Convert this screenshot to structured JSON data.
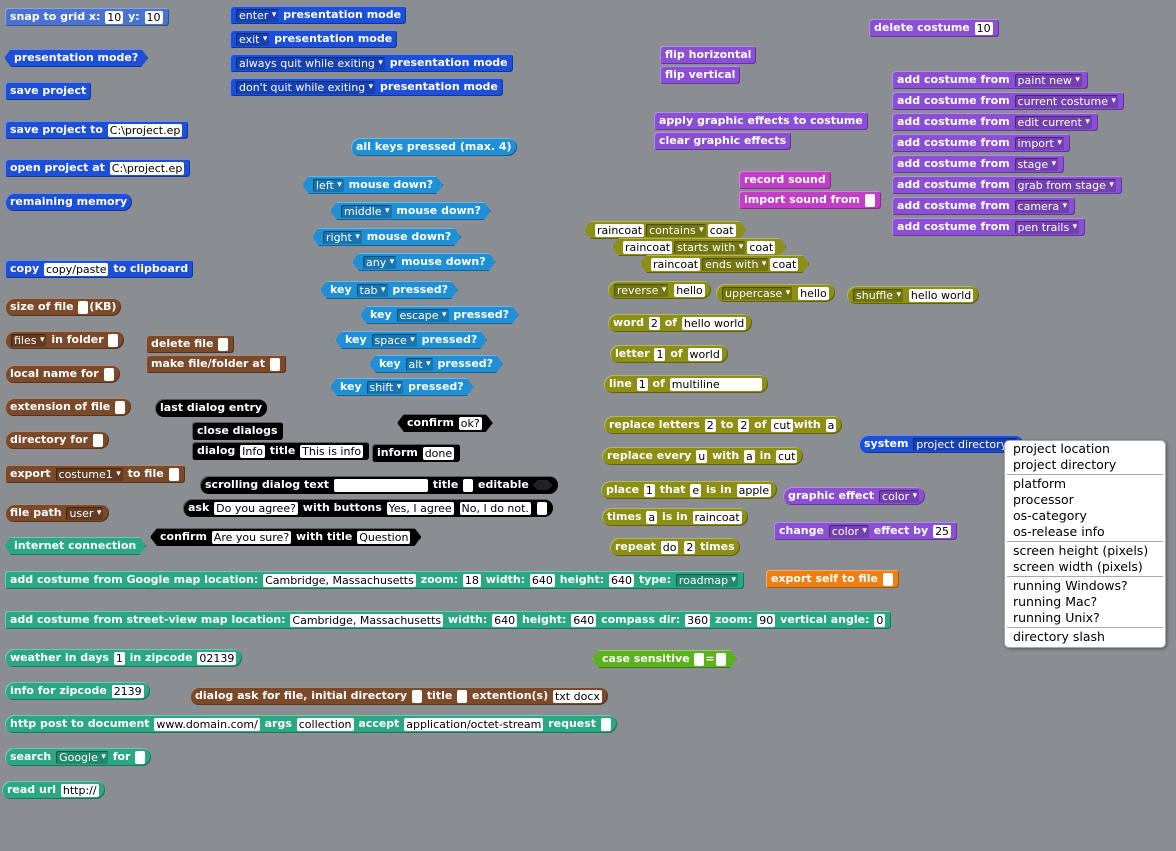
{
  "colors": {
    "motion_blue": "#1d4fd8",
    "sensing_cyan": "#1f8fd6",
    "file_brown": "#7a4a2a",
    "dialog_black": "#000000",
    "web_teal": "#2aa884",
    "text_olive": "#8c8f14",
    "looks_purple": "#8b4fd6",
    "sound_magenta": "#c23ec6",
    "operators_green": "#5cb21c",
    "export_orange": "#f07f12"
  },
  "blocks": {
    "snap": {
      "label": "snap to grid x:",
      "x": "10",
      "ylbl": "y:",
      "y": "10"
    },
    "presmode": "presentation mode?",
    "save": "save project",
    "saveto": {
      "label": "save project to",
      "path": "C:\\project.ep"
    },
    "openat": {
      "label": "open project at",
      "path": "C:\\project.ep"
    },
    "memory": "remaining memory",
    "copy": {
      "label": "copy",
      "text": "copy/paste",
      "tail": "to clipboard"
    },
    "sizeof": {
      "label": "size of file",
      "tail": "(KB)"
    },
    "files": {
      "dd": "files",
      "tail": "in folder"
    },
    "deletefile": "delete file",
    "makefile": "make file/folder at",
    "localname": "local name for",
    "extension": "extension of file",
    "directory": "directory for",
    "export": {
      "label": "export",
      "dd": "costume1",
      "tail": "to file"
    },
    "filepath": {
      "label": "file path",
      "dd": "user"
    },
    "internet": "internet connection",
    "gmap": {
      "label": "add costume from Google map location:",
      "loc": "Cambridge, Massachusetts",
      "zoomlbl": "zoom:",
      "zoom": "18",
      "wlbl": "width:",
      "w": "640",
      "hlbl": "height:",
      "h": "640",
      "typelbl": "type:",
      "type": "roadmap"
    },
    "sview": {
      "label": "add costume from street-view map location:",
      "loc": "Cambridge, Massachusetts",
      "wlbl": "width:",
      "w": "640",
      "hlbl": "height:",
      "h": "640",
      "clbl": "compass dir:",
      "c": "360",
      "zlbl": "zoom:",
      "z": "90",
      "vlbl": "vertical angle:",
      "v": "0"
    },
    "weather": {
      "label": "weather in days",
      "days": "1",
      "mid": "in zipcode",
      "zip": "02139"
    },
    "zipinfo": {
      "label": "info for zipcode",
      "zip": "2139"
    },
    "dialogfile": {
      "label": "dialog ask for file, initial directory",
      "title": "title",
      "ext": "extention(s)",
      "extv": "txt docx"
    },
    "httppost": {
      "label": "http post to document",
      "doc": "www.domain.com/",
      "args": "args",
      "argsv": "collection",
      "accept": "accept",
      "acceptv": "application/octet-stream",
      "req": "request"
    },
    "search": {
      "label": "search",
      "dd": "Google",
      "tail": "for"
    },
    "readurl": {
      "label": "read url",
      "url": "http://"
    },
    "enter": {
      "dd": "enter",
      "tail": "presentation mode"
    },
    "exit": {
      "dd": "exit",
      "tail": "presentation mode"
    },
    "alwaysquit": {
      "dd": "always quit while exiting",
      "tail": "presentation mode"
    },
    "dontquit": {
      "dd": "don't quit while exiting",
      "tail": "presentation mode"
    },
    "allkeys": "all keys pressed (max. 4)",
    "mleft": {
      "dd": "left",
      "tail": "mouse down?"
    },
    "mmid": {
      "dd": "middle",
      "tail": "mouse down?"
    },
    "mright": {
      "dd": "right",
      "tail": "mouse down?"
    },
    "many": {
      "dd": "any",
      "tail": "mouse down?"
    },
    "ktab": {
      "label": "key",
      "dd": "tab",
      "tail": "pressed?"
    },
    "kesc": {
      "label": "key",
      "dd": "escape",
      "tail": "pressed?"
    },
    "kspace": {
      "label": "key",
      "dd": "space",
      "tail": "pressed?"
    },
    "kalt": {
      "label": "key",
      "dd": "alt",
      "tail": "pressed?"
    },
    "kshift": {
      "label": "key",
      "dd": "shift",
      "tail": "pressed?"
    },
    "lastdialog": "last dialog entry",
    "closedialogs": "close dialogs",
    "dialog": {
      "label": "dialog",
      "v": "Info",
      "title": "title",
      "tv": "This is info"
    },
    "inform": {
      "label": "inform",
      "v": "done"
    },
    "confirm": {
      "label": "confirm",
      "v": "ok?"
    },
    "scrolling": {
      "label": "scrolling dialog text",
      "title": "title",
      "editable": "editable"
    },
    "ask": {
      "label": "ask",
      "v": "Do you agree?",
      "wb": "with buttons",
      "b1": "Yes, I agree",
      "b2": "No, I do not."
    },
    "confirm2": {
      "label": "confirm",
      "v": "Are you sure?",
      "wt": "with title",
      "t": "Question"
    },
    "flipH": "flip horizontal",
    "flipV": "flip vertical",
    "applyfx": "apply graphic effects to costume",
    "clearfx": "clear graphic effects",
    "record": "record sound",
    "importsound": "import sound from",
    "deletecostume": {
      "label": "delete costume",
      "v": "10"
    },
    "acf": "add costume from",
    "acf_opts": [
      "paint new",
      "current costume",
      "edit current",
      "import",
      "stage",
      "grab from stage",
      "camera",
      "pen trails"
    ],
    "contains": {
      "a": "raincoat",
      "dd": "contains",
      "b": "coat"
    },
    "starts": {
      "a": "raincoat",
      "dd": "starts with",
      "b": "coat"
    },
    "ends": {
      "a": "raincoat",
      "dd": "ends with",
      "b": "coat"
    },
    "reverse": {
      "dd": "reverse",
      "v": "hello"
    },
    "uppercase": {
      "dd": "uppercase",
      "v": "hello"
    },
    "shuffle": {
      "dd": "shuffle",
      "v": "hello world"
    },
    "word": {
      "label": "word",
      "n": "2",
      "of": "of",
      "v": "hello world"
    },
    "letter": {
      "label": "letter",
      "n": "1",
      "of": "of",
      "v": "world"
    },
    "line": {
      "label": "line",
      "n": "1",
      "of": "of",
      "v": "multiline"
    },
    "replaceletters": {
      "label": "replace letters",
      "a": "2",
      "to": "to",
      "b": "2",
      "of": "of",
      "c": "cut",
      "with": "with",
      "d": "a"
    },
    "replaceevery": {
      "label": "replace every",
      "a": "u",
      "with": "with",
      "b": "a",
      "in": "in",
      "c": "cut"
    },
    "place": {
      "label": "place",
      "a": "1",
      "that": "that",
      "b": "e",
      "isin": "is in",
      "c": "apple"
    },
    "times": {
      "label": "times",
      "a": "a",
      "isin": "is in",
      "b": "raincoat"
    },
    "repeat": {
      "label": "repeat",
      "a": "do",
      "b": "2",
      "tail": "times"
    },
    "casesens": {
      "label": "case sensitive",
      "eq": "="
    },
    "system": {
      "label": "system",
      "dd": "project directory"
    },
    "gfx": {
      "label": "graphic effect",
      "dd": "color"
    },
    "change": {
      "label": "change",
      "dd": "color",
      "mid": "effect by",
      "v": "25"
    },
    "exportself": "export self to file"
  },
  "menu": [
    "project location",
    "project directory",
    "platform",
    "processor",
    "os-category",
    "os-release info",
    "screen height (pixels)",
    "screen width (pixels)",
    "running Windows?",
    "running Mac?",
    "running Unix?",
    "directory slash"
  ]
}
